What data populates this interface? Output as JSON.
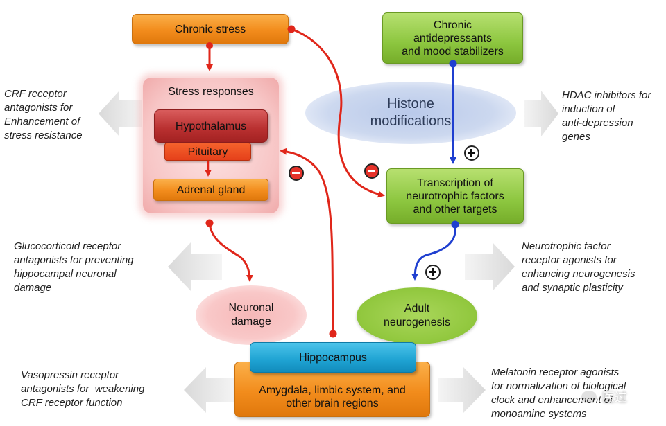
{
  "nodes": {
    "chronic_stress": "Chronic stress",
    "antidepressants": [
      "Chronic",
      "antidepressants",
      "and mood stabilizers"
    ],
    "stress_responses": "Stress responses",
    "hypothalamus": "Hypothalamus",
    "pituitary": "Pituitary",
    "adrenal": "Adrenal gland",
    "histone": [
      "Histone",
      "modifications"
    ],
    "transcription": [
      "Transcription of",
      "neurotrophic factors",
      "and other targets"
    ],
    "neuronal_damage": [
      "Neuronal",
      "damage"
    ],
    "adult_neurogenesis": [
      "Adult",
      "neurogenesis"
    ],
    "hippocampus": "Hippocampus",
    "amygdala": [
      "Amygdala, limbic system, and",
      "other brain regions"
    ]
  },
  "notes": {
    "crf": [
      "CRF receptor",
      "antagonists for",
      "Enhancement of",
      "stress resistance"
    ],
    "hdac": [
      "HDAC inhibitors for",
      "induction of",
      "anti-depression",
      "genes"
    ],
    "glucocorticoid": [
      "Glucocorticoid receptor",
      "antagonists for preventing",
      "hippocampal neuronal",
      "damage"
    ],
    "neurotrophic": [
      "Neurotrophic factor",
      "receptor agonists for",
      "enhancing neurogenesis",
      "and synaptic plasticity"
    ],
    "vasopressin": [
      "Vasopressin receptor",
      "antagonists for  weakening",
      "CRF receptor function"
    ],
    "melatonin": [
      "Melatonin receptor agonists",
      "for normalization of biological",
      "clock and enhancement of",
      "monoamine systems"
    ]
  },
  "signs": {
    "inhibit": "minus",
    "promote": "plus"
  },
  "watermark": "医过"
}
